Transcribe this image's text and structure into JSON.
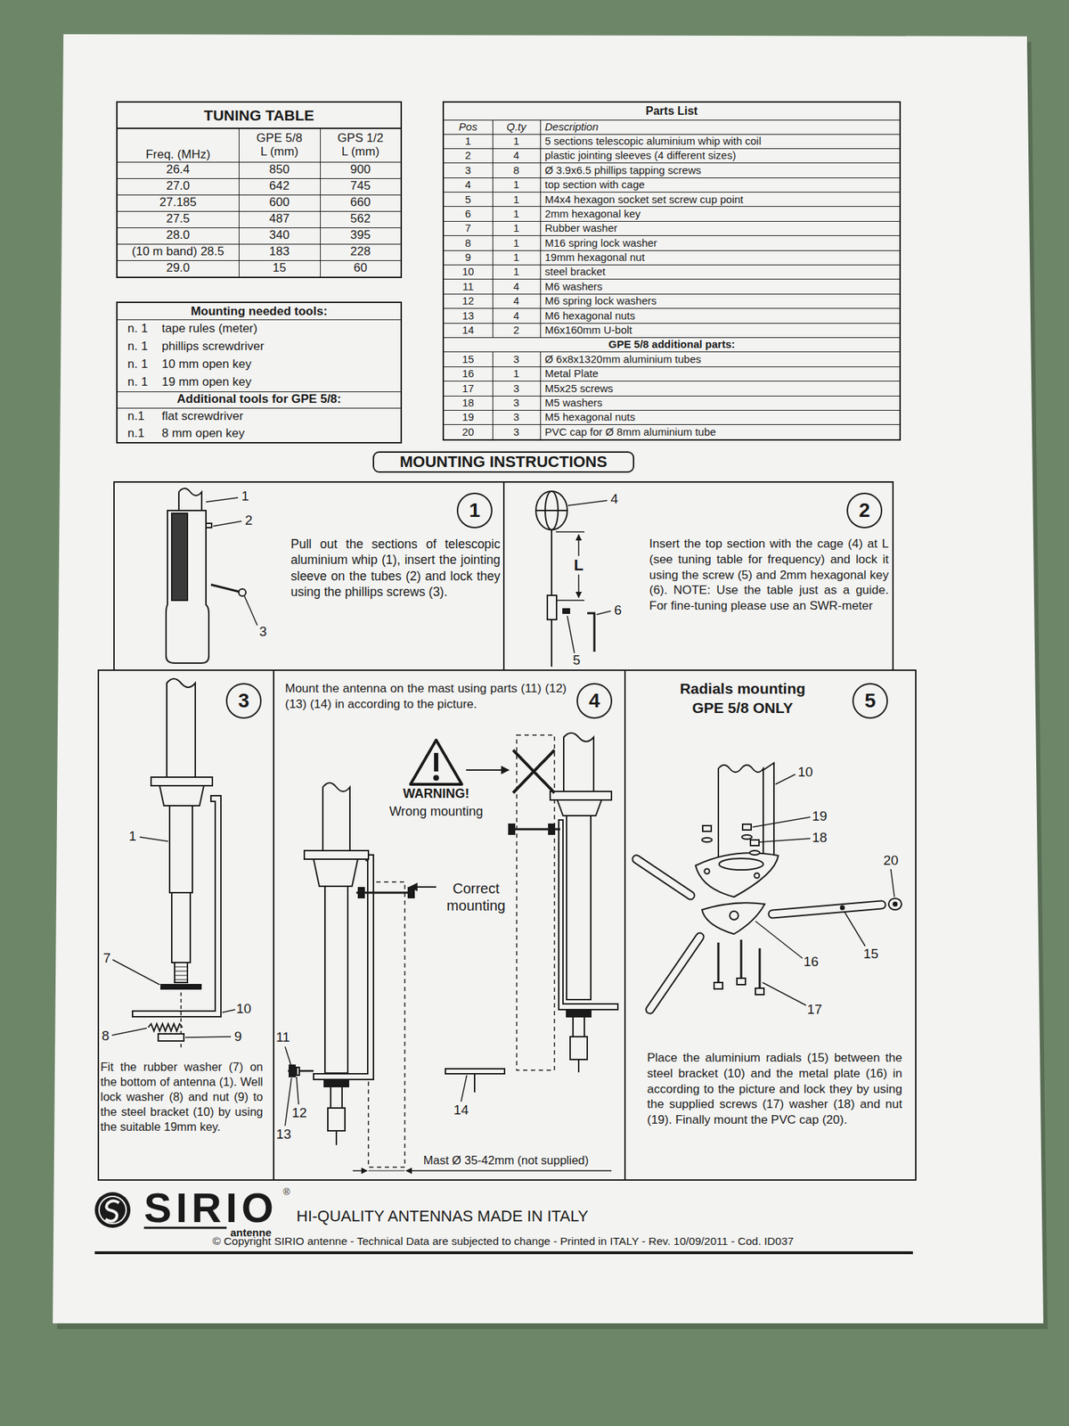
{
  "diagram": {
    "nodes": [
      {
        "text": [
          "TUNING TABLE"
        ]
      },
      {
        "text": [
          "Parts List"
        ]
      },
      {
        "text": [
          "Mounting needed tools:"
        ]
      },
      {
        "text": [
          "MOUNTING INSTRUCTIONS"
        ]
      },
      {
        "text": [
          "Pull out the sections of telescopic aluminium whip (1), insert the jointing sleeve on the tubes (2) and lock they using the phillips screws (3)."
        ]
      },
      {
        "text": [
          "1"
        ],
        "in": 4
      },
      {
        "text": [
          "Insert the top section with the cage (4) at L (see tuning table for frequency) and lock it using the screw (5) and 2mm hexagonal key (6). NOTE: Use the table just as a guide. For fine-tuning please use an SWR-meter"
        ]
      },
      {
        "text": [
          "2"
        ],
        "in": 6
      },
      {
        "text": [
          "Fit the rubber washer (7) on the bottom of antenna (1). Well lock washer (8) and nut (9) to the steel bracket (10) by using the suitable 19mm key."
        ]
      },
      {
        "text": [
          "3"
        ],
        "in": 8
      },
      {
        "text": [
          "Mount the antenna on the mast using parts (11) (12) (13) (14) in according to the picture."
        ]
      },
      {
        "text": [
          "4"
        ],
        "in": 10
      },
      {
        "text": [
          "Radials mounting GPE 5/8 ONLY",
          "Place the aluminium radials (15) between the steel bracket (10) and the metal plate (16) in according to the picture and lock they by using the supplied screws (17) washer (18) and nut (19). Finally mount the PVC cap (20)."
        ]
      },
      {
        "text": [
          "5"
        ],
        "in": 12
      }
    ],
    "labels": [
      "Freq. (MHz)",
      "GPE 5/8 L (mm)",
      "GPS 1/2 L (mm)",
      "26.4",
      "850",
      "900",
      "27.0",
      "642",
      "745",
      "27.185",
      "600",
      "660",
      "27.5",
      "487",
      "562",
      "28.0",
      "340",
      "395",
      "(10 m band) 28.5",
      "183",
      "228",
      "29.0",
      "15",
      "60",
      "Pos",
      "Q.ty",
      "Description",
      "1",
      "1",
      "5 sections telescopic aluminium whip with coil",
      "2",
      "4",
      "plastic jointing sleeves (4 different sizes)",
      "3",
      "8",
      "Ø 3.9x6.5 phillips tapping screws",
      "4",
      "1",
      "top section with cage",
      "5",
      "1",
      "M4x4 hexagon socket set screw cup point",
      "6",
      "1",
      "2mm hexagonal key",
      "7",
      "1",
      "Rubber washer",
      "8",
      "1",
      "M16 spring lock washer",
      "9",
      "1",
      "19mm hexagonal nut",
      "10",
      "1",
      "steel bracket",
      "11",
      "4",
      "M6 washers",
      "12",
      "4",
      "M6 spring lock washers",
      "13",
      "4",
      "M6 hexagonal nuts",
      "14",
      "2",
      "M6x160mm U-bolt",
      "GPE 5/8 additional parts:",
      "15",
      "3",
      "Ø 6x8x1320mm aluminium tubes",
      "16",
      "1",
      "Metal Plate",
      "17",
      "3",
      "M5x25 screws",
      "18",
      "3",
      "M5 washers",
      "19",
      "3",
      "M5 hexagonal nuts",
      "20",
      "3",
      "PVC cap for Ø 8mm aluminium tube",
      "n. 1",
      "tape rules (meter)",
      "n. 1",
      "phillips screwdriver",
      "n. 1",
      "10 mm open key",
      "n. 1",
      "19 mm open key",
      "Additional tools for GPE 5/8:",
      "n.1",
      "flat screwdriver",
      "n.1",
      "8 mm open key",
      "1",
      "2",
      "3",
      "4",
      "L",
      "6",
      "5",
      "1",
      "7",
      "10",
      "8",
      "9",
      "WARNING!",
      "Wrong mounting",
      "Correct mounting",
      "11",
      "12",
      "13",
      "14",
      "Mast Ø 35-42mm (not supplied)",
      "10",
      "19",
      "18",
      "20",
      "16",
      "15",
      "17",
      "SIRIO",
      "®",
      "antenne",
      "HI-QUALITY ANTENNAS MADE IN ITALY",
      "© Copyright SIRIO antenne - Technical Data are subjected to change - Printed in ITALY - Rev. 10/09/2011 - Cod. ID037"
    ]
  }
}
